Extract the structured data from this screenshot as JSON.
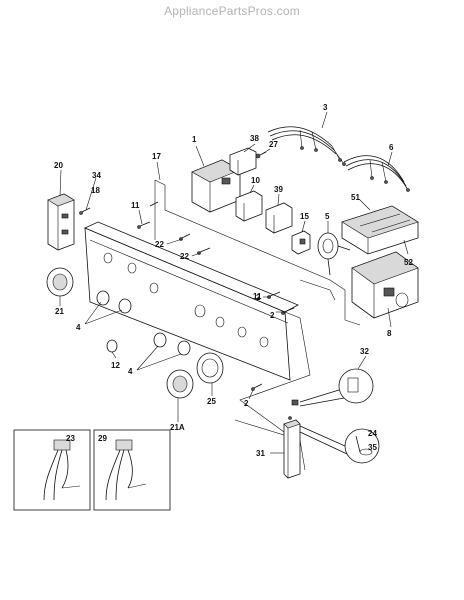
{
  "watermark": "AppliancePartsPros.com",
  "callouts": [
    "1",
    "2",
    "2",
    "2",
    "3",
    "4",
    "4",
    "5",
    "6",
    "8",
    "10",
    "11",
    "11",
    "12",
    "15",
    "17",
    "18",
    "20",
    "21",
    "21A",
    "22",
    "22",
    "23",
    "24",
    "25",
    "27",
    "29",
    "31",
    "32",
    "34",
    "35",
    "38",
    "39",
    "51",
    "52"
  ]
}
